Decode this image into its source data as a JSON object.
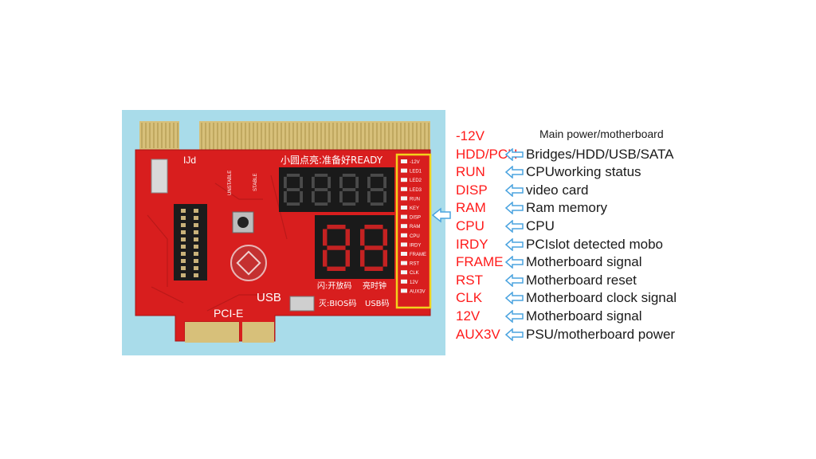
{
  "board": {
    "banner_text": "小圆点亮:准备好READY",
    "usb_label": "USB",
    "pcie_label": "PCI-E",
    "corner_label": "IJd",
    "bottom_text_1": "闪:开放码",
    "bottom_text_2": "亮时钟",
    "bottom_text_3": "灭:BIOS码",
    "bottom_text_4": "USB码",
    "unstable": "UNSTABLE",
    "stable": "STABLE",
    "led_labels": [
      "-12V",
      "LED1",
      "LED2",
      "LED3",
      "RUN",
      "KEY",
      "DISP",
      "RAM",
      "CPU",
      "IRDY",
      "FRAME",
      "RST",
      "CLK",
      "12V",
      "AUX3V"
    ]
  },
  "header": {
    "title": "Main power/motherboard"
  },
  "rows": [
    {
      "signal": "-12V",
      "desc": ""
    },
    {
      "signal": "HDD/PCH",
      "desc": "Bridges/HDD/USB/SATA"
    },
    {
      "signal": "RUN",
      "desc": "CPUworking status"
    },
    {
      "signal": "DISP",
      "desc": "video card"
    },
    {
      "signal": "RAM",
      "desc": "Ram memory"
    },
    {
      "signal": "CPU",
      "desc": "CPU"
    },
    {
      "signal": "IRDY",
      "desc": "PCIslot detected mobo"
    },
    {
      "signal": "FRAME",
      "desc": "Motherboard signal"
    },
    {
      "signal": "RST",
      "desc": "Motherboard reset"
    },
    {
      "signal": "CLK",
      "desc": "Motherboard clock signal"
    },
    {
      "signal": "12V",
      "desc": "Motherboard signal"
    },
    {
      "signal": "AUX3V",
      "desc": "PSU/motherboard power"
    }
  ],
  "colors": {
    "signal": "#ff1a1a",
    "arrow": "#4aa3df",
    "board": "#d81e1e",
    "photo_bg": "#a9dcea",
    "highlight": "#f2d21c"
  }
}
